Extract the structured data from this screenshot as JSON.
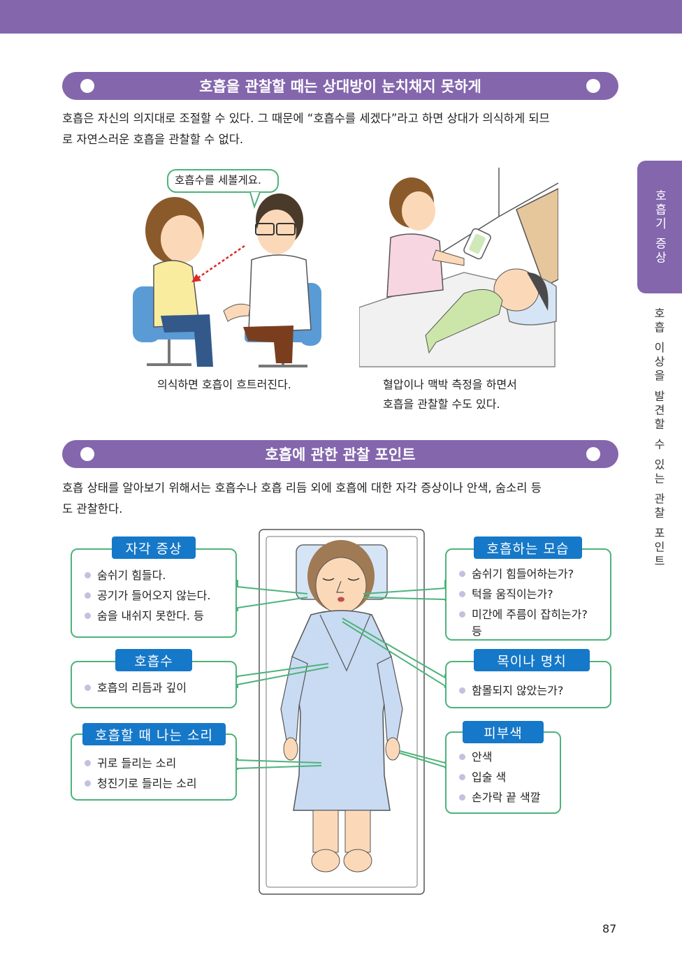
{
  "section1": {
    "title": "호흡을 관찰할 때는 상대방이 눈치채지 못하게",
    "paragraph_line1": "호흡은 자신의 의지대로 조절할 수 있다. 그 때문에 “호흡수를 세겠다”라고 하면 상대가 의식하게 되므",
    "paragraph_line2": "로 자연스러운 호흡을 관찰할 수 없다."
  },
  "illustration_left": {
    "speech": "호흡수를 세볼게요.",
    "caption": "의식하면 호흡이 흐트러진다."
  },
  "illustration_right": {
    "caption_line1": "혈압이나 맥박 측정을 하면서",
    "caption_line2": "호흡을 관찰할 수도 있다."
  },
  "section2": {
    "title": "호흡에 관한 관찰 포인트",
    "paragraph_line1": "호흡 상태를 알아보기 위해서는 호흡수나 호흡 리듬 외에 호흡에 대한 자각 증상이나 안색, 숨소리 등",
    "paragraph_line2": "도 관찰한다."
  },
  "boxes": {
    "subjective": {
      "title": "자각 증상",
      "items": [
        "숨쉬기 힘들다.",
        "공기가 들어오지 않는다.",
        "숨을 내쉬지 못한다. 등"
      ]
    },
    "rate": {
      "title": "호흡수",
      "items": [
        "호흡의 리듬과 깊이"
      ]
    },
    "sound": {
      "title": "호흡할 때 나는 소리",
      "items": [
        "귀로 들리는 소리",
        "청진기로 들리는 소리"
      ]
    },
    "appearance": {
      "title": "호흡하는 모습",
      "items": [
        "숨쉬기 힘들어하는가?",
        "턱을 움직이는가?",
        "미간에 주름이 잡히는가?",
        "등"
      ]
    },
    "neck": {
      "title": "목이나 명치",
      "items": [
        "함몰되지 않았는가?"
      ]
    },
    "skin": {
      "title": "피부색",
      "items": [
        "안색",
        "입술 색",
        "손가락 끝 색깔"
      ]
    }
  },
  "side": {
    "tab": "호흡기 증상",
    "text": "호흡 이상을 발견할 수 있는 관찰 포인트"
  },
  "page_number": "87",
  "colors": {
    "purple": "#8466ad",
    "blue": "#1678c8",
    "green": "#4db37a"
  }
}
